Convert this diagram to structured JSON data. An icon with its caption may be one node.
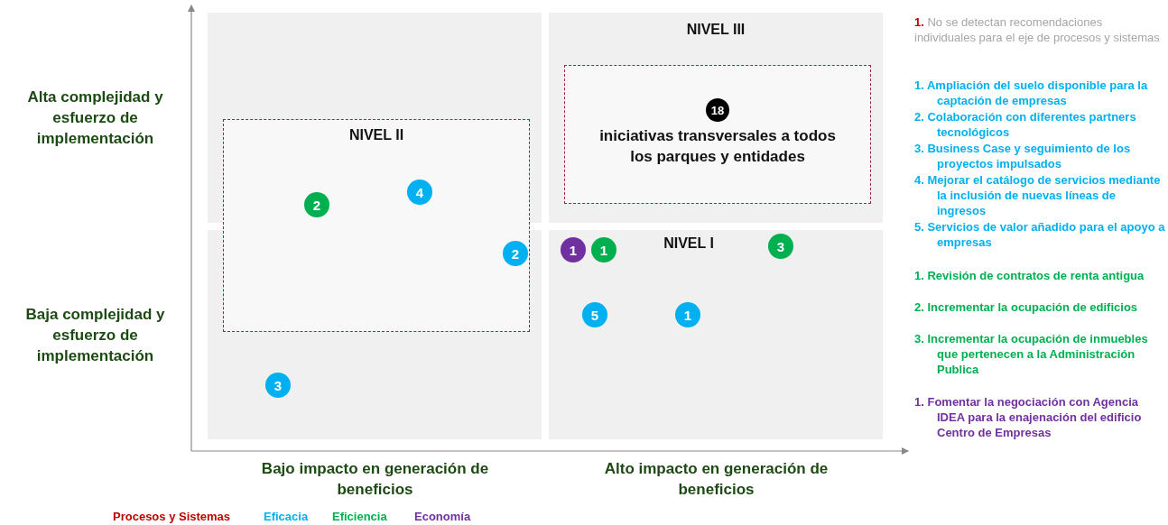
{
  "diagram": {
    "nodes": [
      {
        "text": [
          "NIVEL III"
        ]
      },
      {
        "text": [
          "iniciativas transversales a todos los parques y entidades"
        ],
        "in": 0
      },
      {
        "text": [
          "18"
        ],
        "in": 1
      },
      {
        "text": [
          "NIVEL II"
        ]
      },
      {
        "text": [
          "2"
        ],
        "in": 3
      },
      {
        "text": [
          "4"
        ],
        "in": 3
      },
      {
        "text": [
          "2"
        ],
        "in": 3
      },
      {
        "text": [
          "NIVEL I"
        ]
      },
      {
        "text": [
          "1"
        ],
        "in": 7
      },
      {
        "text": [
          "1"
        ],
        "in": 7
      },
      {
        "text": [
          "3"
        ],
        "in": 7
      },
      {
        "text": [
          "5"
        ],
        "in": 7
      },
      {
        "text": [
          "1"
        ],
        "in": 7
      },
      {
        "text": [
          "3"
        ]
      }
    ],
    "edges": [],
    "labels": [
      "Alta complejidad y esfuerzo de implementación",
      "Baja complejidad y esfuerzo de implementación",
      "Bajo impacto en generación de beneficios",
      "Alto impacto en generación de beneficios",
      "**1.** No se detectan recomendaciones individuales para el eje de procesos y sistemas",
      "1. Ampliación del suelo disponible para la captación de empresas",
      "2. Colaboración con diferentes partners tecnológicos",
      "3. Business Case y seguimiento de los proyectos impulsados",
      "4. Mejorar el catálogo de servicios mediante la inclusión de nuevas líneas de ingresos",
      "5. Servicios de valor añadido para el apoyo a empresas",
      "1. Revisión de contratos de renta antigua",
      "2. Incrementar la ocupación de edificios",
      "3. Incrementar la ocupación de inmuebles que pertenecen a la Administración Publica",
      "1. Fomentar la negociación con Agencia IDEA para la enajenación del edificio Centro de Empresas"
    ],
    "legend": [
      {
        "text": "Procesos y Sistemas",
        "color": "#c00000"
      },
      {
        "text": "Eficacia",
        "color": "#00b0f0"
      },
      {
        "text": "Eficiencia",
        "color": "#00b050"
      },
      {
        "text": "Economía",
        "color": "#7030a0"
      }
    ]
  }
}
